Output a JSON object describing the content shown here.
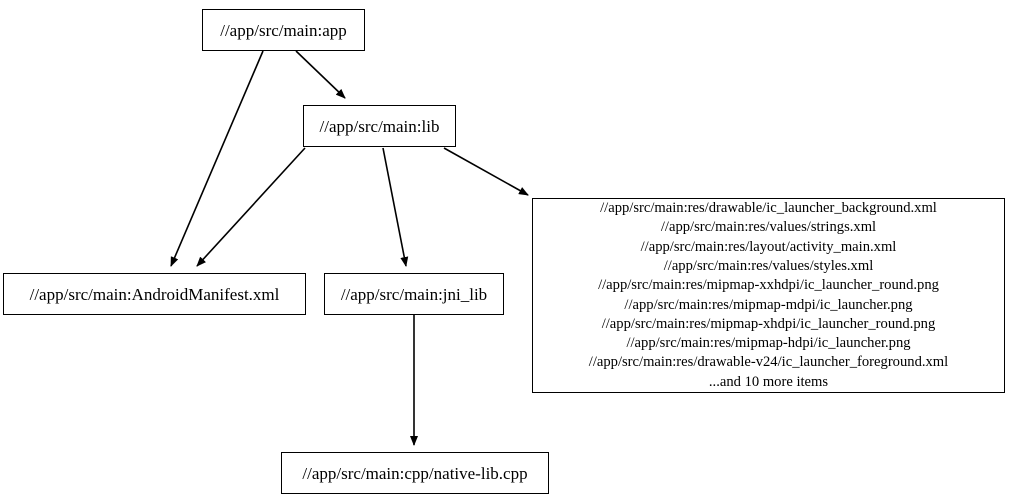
{
  "graph": {
    "type": "dependency-graph",
    "direction": "top-to-bottom",
    "nodes": [
      {
        "id": "app",
        "label": "//app/src/main:app"
      },
      {
        "id": "lib",
        "label": "//app/src/main:lib"
      },
      {
        "id": "manifest",
        "label": "//app/src/main:AndroidManifest.xml"
      },
      {
        "id": "jni_lib",
        "label": "//app/src/main:jni_lib"
      },
      {
        "id": "cpp",
        "label": "//app/src/main:cpp/native-lib.cpp"
      },
      {
        "id": "resources",
        "label": "//app/src/main:res/drawable/ic_launcher_background.xml\n//app/src/main:res/values/strings.xml\n//app/src/main:res/layout/activity_main.xml\n//app/src/main:res/values/styles.xml\n//app/src/main:res/mipmap-xxhdpi/ic_launcher_round.png\n//app/src/main:res/mipmap-mdpi/ic_launcher.png\n//app/src/main:res/mipmap-xhdpi/ic_launcher_round.png\n//app/src/main:res/mipmap-hdpi/ic_launcher.png\n//app/src/main:res/drawable-v24/ic_launcher_foreground.xml\n...and 10 more items",
        "lines": [
          "//app/src/main:res/drawable/ic_launcher_background.xml",
          "//app/src/main:res/values/strings.xml",
          "//app/src/main:res/layout/activity_main.xml",
          "//app/src/main:res/values/styles.xml",
          "//app/src/main:res/mipmap-xxhdpi/ic_launcher_round.png",
          "//app/src/main:res/mipmap-mdpi/ic_launcher.png",
          "//app/src/main:res/mipmap-xhdpi/ic_launcher_round.png",
          "//app/src/main:res/mipmap-hdpi/ic_launcher.png",
          "//app/src/main:res/drawable-v24/ic_launcher_foreground.xml",
          "...and 10 more items"
        ],
        "overflow_note": "...and 10 more items"
      }
    ],
    "edges": [
      {
        "from": "app",
        "to": "manifest"
      },
      {
        "from": "app",
        "to": "lib"
      },
      {
        "from": "lib",
        "to": "manifest"
      },
      {
        "from": "lib",
        "to": "jni_lib"
      },
      {
        "from": "lib",
        "to": "resources"
      },
      {
        "from": "jni_lib",
        "to": "cpp"
      }
    ],
    "colors": {
      "background": "#ffffff",
      "node_border": "#000000",
      "node_fill": "#ffffff",
      "edge": "#000000",
      "text": "#000000"
    }
  }
}
